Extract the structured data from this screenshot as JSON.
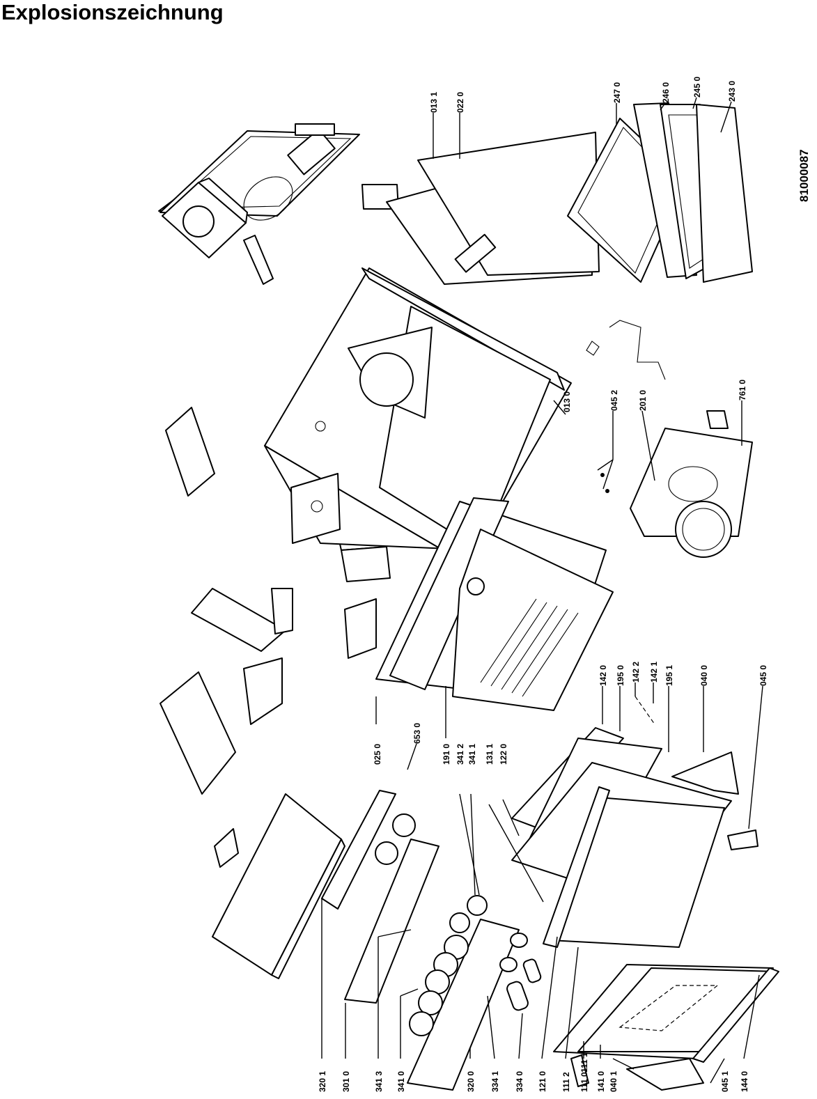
{
  "title": "Explosionszeichnung",
  "document_number": "81000087",
  "parts": {
    "p0131": "013 1",
    "p0220": "022 0",
    "p2470": "247 0",
    "p2460": "246 0",
    "p2450": "245 0",
    "p2430": "243 0",
    "p0130": "013 0",
    "p0452": "045 2",
    "p2010": "201 0",
    "p7610": "761 0",
    "p0250": "025 0",
    "p6530": "653 0",
    "p1910": "191 0",
    "p3412": "341 2",
    "p3411": "341 1",
    "p1311": "131 1",
    "p1220": "122 0",
    "p1420": "142 0",
    "p1950": "195 0",
    "p1422": "142 2",
    "p1421": "142 1",
    "p1951": "195 1",
    "p0400": "040 0",
    "p0450": "045 0",
    "p3201": "320 1",
    "p3010": "301 0",
    "p3413": "341 3",
    "p3410": "341 0",
    "p3200": "320 0",
    "p3341": "334 1",
    "p3340": "334 0",
    "p1210": "121 0",
    "p1112": "111 2",
    "p1110": "111 0",
    "p1111": "111 1",
    "p1410": "141 0",
    "p0401": "040 1",
    "p0451": "045 1",
    "p1440": "144 0"
  }
}
